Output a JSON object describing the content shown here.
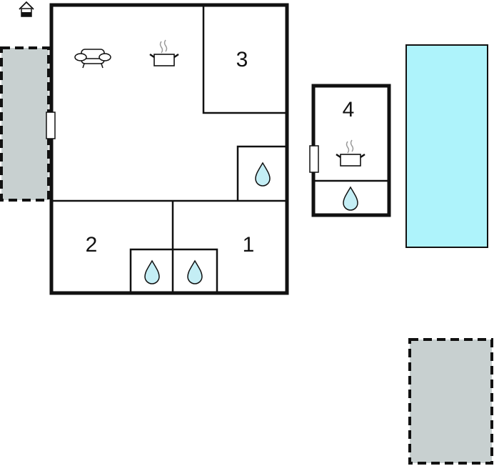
{
  "rooms": [
    {
      "label": "1"
    },
    {
      "label": "2"
    },
    {
      "label": "3"
    },
    {
      "label": "4"
    }
  ],
  "colors": {
    "wall": "#111111",
    "terrace": "#c8d0d0",
    "pool": "#aef3fb",
    "water": "#c4eef5"
  },
  "icons": [
    "entrance-icon",
    "sofa-icon",
    "cooking-pot-icon",
    "water-drop-icon",
    "door-icon"
  ]
}
